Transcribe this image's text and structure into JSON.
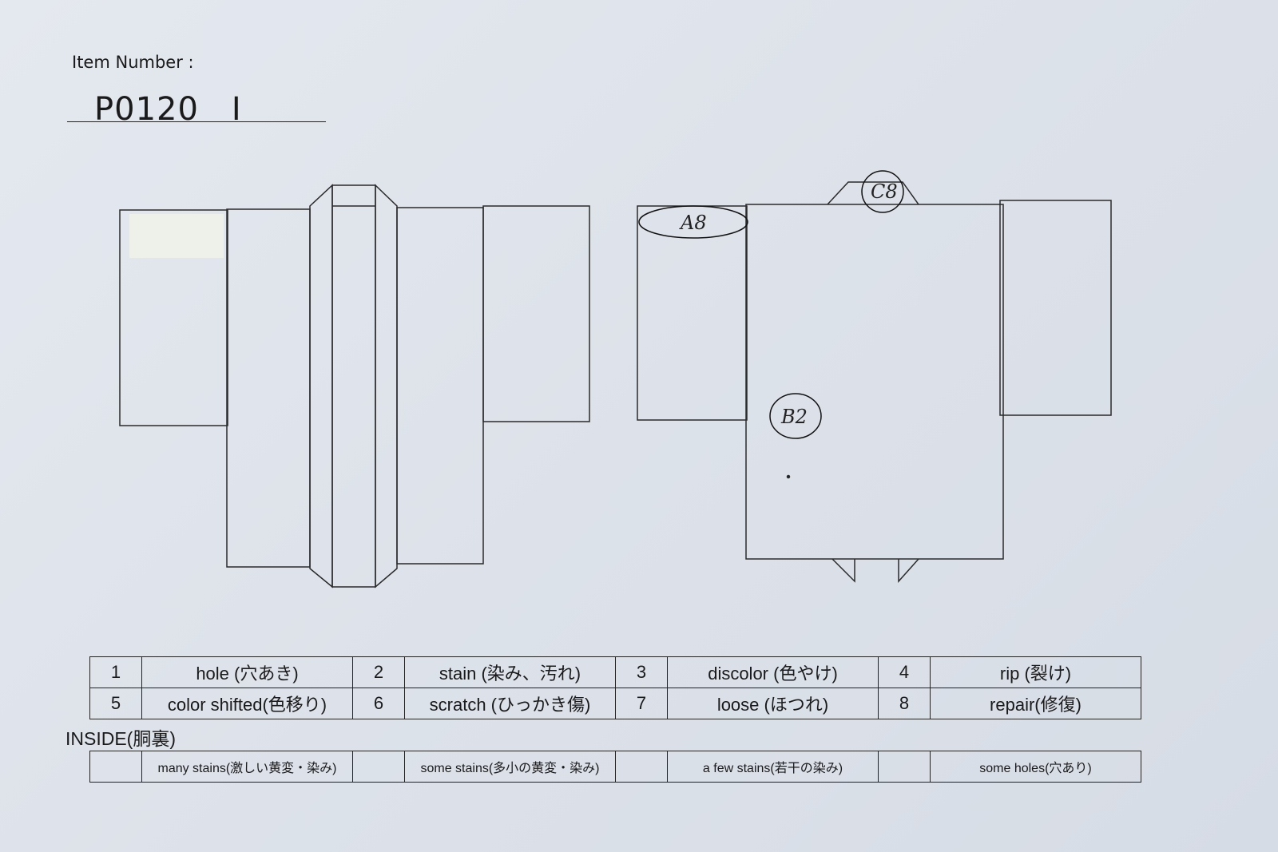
{
  "header": {
    "item_label": "Item Number :",
    "item_number": "P0120　I"
  },
  "annotations": {
    "sleeve_back": "A8",
    "body_back": "B2",
    "collar_back": "C8"
  },
  "legend": [
    [
      {
        "num": "1",
        "label": "hole (穴あき)"
      },
      {
        "num": "2",
        "label": "stain (染み、汚れ)"
      },
      {
        "num": "3",
        "label": "discolor (色やけ)"
      },
      {
        "num": "4",
        "label": "rip (裂け)"
      }
    ],
    [
      {
        "num": "5",
        "label": "color shifted(色移り)"
      },
      {
        "num": "6",
        "label": "scratch (ひっかき傷)"
      },
      {
        "num": "7",
        "label": "loose (ほつれ)"
      },
      {
        "num": "8",
        "label": "repair(修復)"
      }
    ]
  ],
  "inside": {
    "title": "INSIDE(胴裏)",
    "options": [
      "many stains(激しい黄変・染み)",
      "some stains(多小の黄変・染み)",
      "a few stains(若干の染み)",
      "some holes(穴あり)"
    ]
  }
}
